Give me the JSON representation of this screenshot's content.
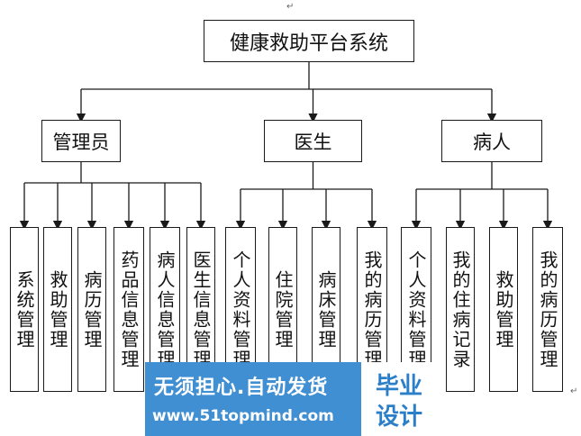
{
  "root": {
    "label": "健康救助平台系统"
  },
  "groups": [
    {
      "key": "admin",
      "label": "管理员",
      "children": [
        "系统管理",
        "救助管理",
        "病历管理",
        "药品信息管理",
        "病人信息管理",
        "医生信息管理"
      ]
    },
    {
      "key": "doctor",
      "label": "医生",
      "children": [
        "个人资料管理",
        "住院管理",
        "病床管理",
        "我的病历管理"
      ]
    },
    {
      "key": "patient",
      "label": "病人",
      "children": [
        "个人资料管理",
        "我的住病记录",
        "救助管理",
        "我的病历管理"
      ]
    }
  ],
  "paragraph_mark": "↵",
  "watermark": {
    "line1": "无须担心.自动发货",
    "line2": "www.51topmind.com",
    "right_line1": "毕业",
    "right_line2": "设计"
  },
  "colors": {
    "line": "#1a1a1a",
    "watermark_bg": "#3f8fd2",
    "watermark_text": "#2b7fc9"
  }
}
